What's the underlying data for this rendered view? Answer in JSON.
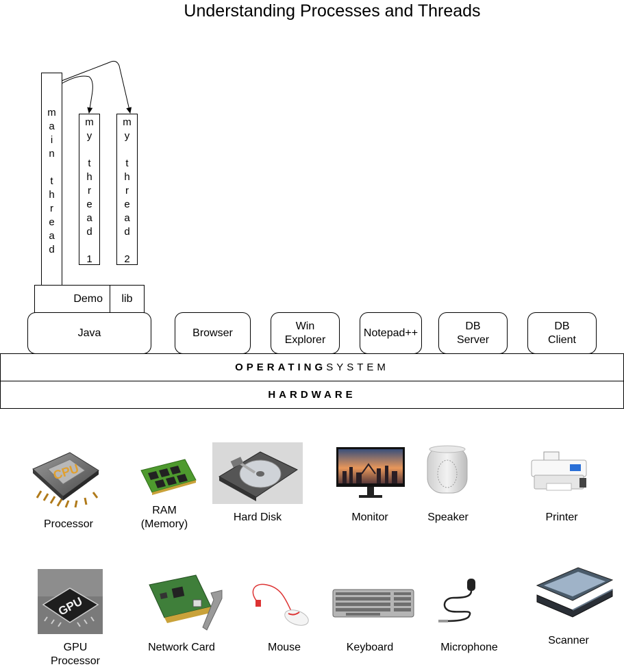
{
  "title": "Understanding Processes and Threads",
  "threads": {
    "main": "m\na\ni\nn\n\nt\nh\nr\ne\na\nd",
    "t1": "m\ny\n\nt\nh\nr\ne\na\nd\n\n1",
    "t2": "m\ny\n\nt\nh\nr\ne\na\nd\n\n2"
  },
  "java_parts": {
    "demo": "Demo",
    "lib": "lib"
  },
  "apps": {
    "java": "Java",
    "browser": "Browser",
    "explorer": "Win\nExplorer",
    "notepad": "Notepad++",
    "db_server": "DB\nServer",
    "db_client": "DB\nClient"
  },
  "layers": {
    "os_bold": "OPERATING",
    "os_rest": "SYSTEM",
    "hardware": "HARDWARE"
  },
  "devices": {
    "processor": "Processor",
    "ram": "RAM\n(Memory)",
    "hard_disk": "Hard Disk",
    "monitor": "Monitor",
    "speaker": "Speaker",
    "printer": "Printer",
    "gpu": "GPU\nProcessor",
    "network_card": "Network Card",
    "mouse": "Mouse",
    "keyboard": "Keyboard",
    "microphone": "Microphone",
    "scanner": "Scanner",
    "cpu_chip_text": "CPU",
    "gpu_chip_text": "GPU"
  }
}
